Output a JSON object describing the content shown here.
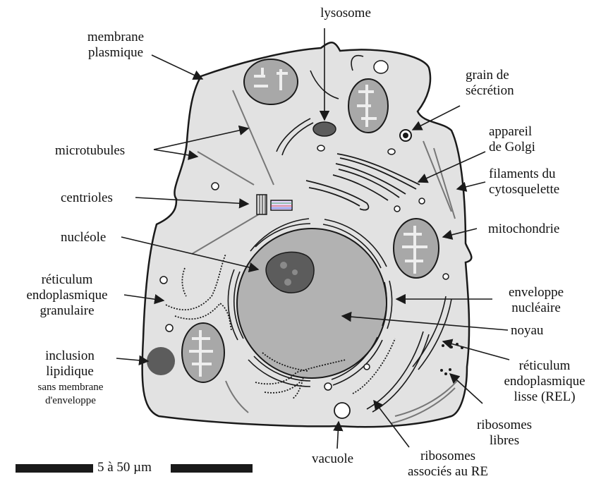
{
  "labels": {
    "membrane": [
      "membrane",
      "plasmique"
    ],
    "lysosome": "lysosome",
    "grain": [
      "grain de",
      "sécrétion"
    ],
    "golgi": [
      "appareil",
      "de Golgi"
    ],
    "microtubules": "microtubules",
    "filaments": [
      "filaments du",
      "cytosquelette"
    ],
    "centrioles": "centrioles",
    "mitochondrie": "mitochondrie",
    "nucleole": "nucléole",
    "reg": [
      "réticulum",
      "endoplasmique",
      "granulaire"
    ],
    "enveloppe": [
      "enveloppe",
      "nucléaire"
    ],
    "noyau": "noyau",
    "inclusion": [
      "inclusion",
      "lipidique"
    ],
    "inclusion_note": [
      "sans membrane",
      "d'enveloppe"
    ],
    "rel": [
      "réticulum",
      "endoplasmique",
      "lisse (REL)"
    ],
    "ribosomes_libres": [
      "ribosomes",
      "libres"
    ],
    "vacuole": "vacuole",
    "ribosomes_re": [
      "ribosomes",
      "associés au RE"
    ]
  },
  "scale_bar": {
    "text": "5 à 50 µm"
  },
  "colors": {
    "cytoplasm": "#e2e2e2",
    "nucleus": "#b2b2b2",
    "nucleolus": "#5c5c5c",
    "organelle_fill": "#a8a8a8",
    "ink": "#1a1a1a"
  }
}
